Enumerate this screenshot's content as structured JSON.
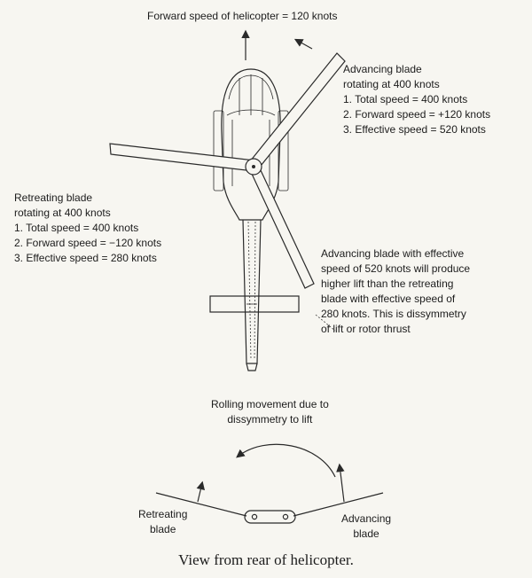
{
  "title": "Forward speed of helicopter = 120 knots",
  "advancing_blade": {
    "heading": "Advancing blade",
    "subheading": "rotating at 400 knots",
    "items": [
      "1. Total speed = 400 knots",
      "2. Forward speed = +120 knots",
      "3. Effective speed = 520 knots"
    ]
  },
  "retreating_blade": {
    "heading": "Retreating blade",
    "subheading": "rotating at 400 knots",
    "items": [
      "1. Total speed = 400 knots",
      "2. Forward speed = −120 knots",
      "3. Effective speed = 280 knots"
    ]
  },
  "explanation": [
    "Advancing blade with effective",
    "speed of 520 knots will produce",
    "higher lift than the retreating",
    "blade with effective speed of",
    "280 knots. This is dissymmetry",
    "of lift or rotor thrust"
  ],
  "rolling": [
    "Rolling movement due to",
    "dissymmetry to lift"
  ],
  "rear_left": [
    "Retreating",
    "blade"
  ],
  "rear_right": [
    "Advancing",
    "blade"
  ],
  "caption": "View from rear of helicopter.",
  "colors": {
    "ink": "#1c1c1c",
    "paper": "#f7f6f1"
  }
}
